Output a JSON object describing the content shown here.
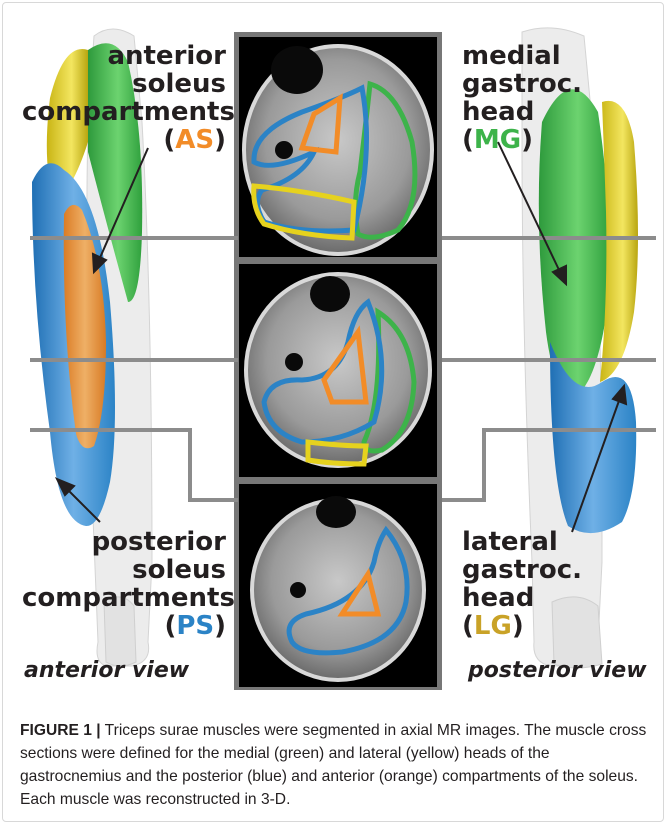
{
  "figure": {
    "labels": {
      "as": {
        "line1": "anterior",
        "line2": "soleus",
        "line3": "compartments",
        "abbr": "AS"
      },
      "mg": {
        "line1": "medial",
        "line2": "gastroc.",
        "line3": "head",
        "abbr": "MG"
      },
      "ps": {
        "line1": "posterior",
        "line2": "soleus",
        "line3": "compartments",
        "abbr": "PS"
      },
      "lg": {
        "line1": "lateral",
        "line2": "gastroc.",
        "line3": "head",
        "abbr": "LG"
      }
    },
    "views": {
      "anterior": "anterior view",
      "posterior": "posterior view"
    },
    "colors": {
      "medial_gastrocnemius": "#3db34a",
      "lateral_gastrocnemius": "#e6d21e",
      "posterior_soleus": "#2b83c6",
      "anterior_soleus": "#f28c28"
    }
  },
  "caption": {
    "figure_label": "FIGURE 1 |",
    "text": " Triceps surae muscles were segmented in axial MR images. The muscle cross sections were defined for the medial (green) and lateral (yellow) heads of the gastrocnemius and the posterior (blue) and anterior (orange) compartments of the soleus. Each muscle was reconstructed in 3-D."
  }
}
